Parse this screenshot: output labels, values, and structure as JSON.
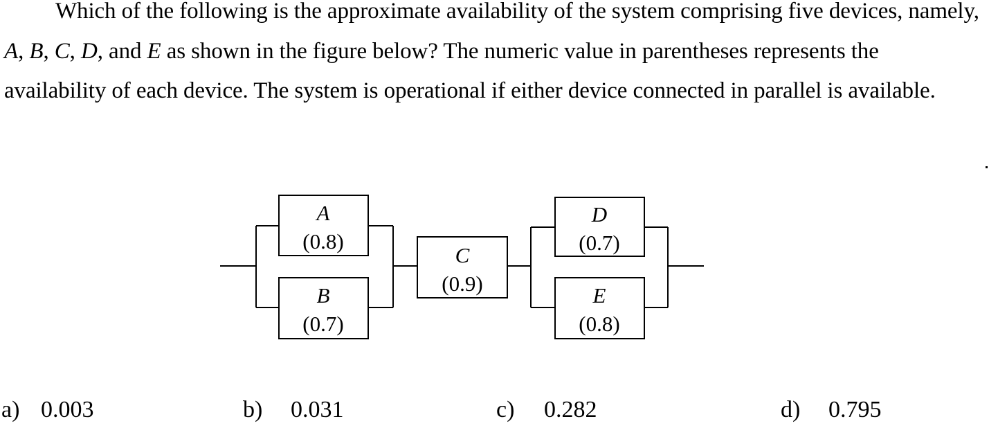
{
  "question": {
    "p1": "Which of the following is the approximate availability of the system comprising five devices, namely, ",
    "d1": "A",
    "s1": ", ",
    "d2": "B",
    "s2": ", ",
    "d3": "C",
    "s3": ", ",
    "d4": "D",
    "s4": ", and ",
    "d5": "E",
    "p2": " as shown in the figure below? The numeric value in parentheses represents the availability of each device. The system is operational if either device connected in parallel is available."
  },
  "devices": {
    "A": {
      "name": "A",
      "availability": "(0.8)"
    },
    "B": {
      "name": "B",
      "availability": "(0.7)"
    },
    "C": {
      "name": "C",
      "availability": "(0.9)"
    },
    "D": {
      "name": "D",
      "availability": "(0.7)"
    },
    "E": {
      "name": "E",
      "availability": "(0.8)"
    }
  },
  "options": [
    {
      "label": "a)",
      "value": "0.003"
    },
    {
      "label": "b)",
      "value": "0.031"
    },
    {
      "label": "c)",
      "value": "0.282"
    },
    {
      "label": "d)",
      "value": "0.795"
    }
  ]
}
